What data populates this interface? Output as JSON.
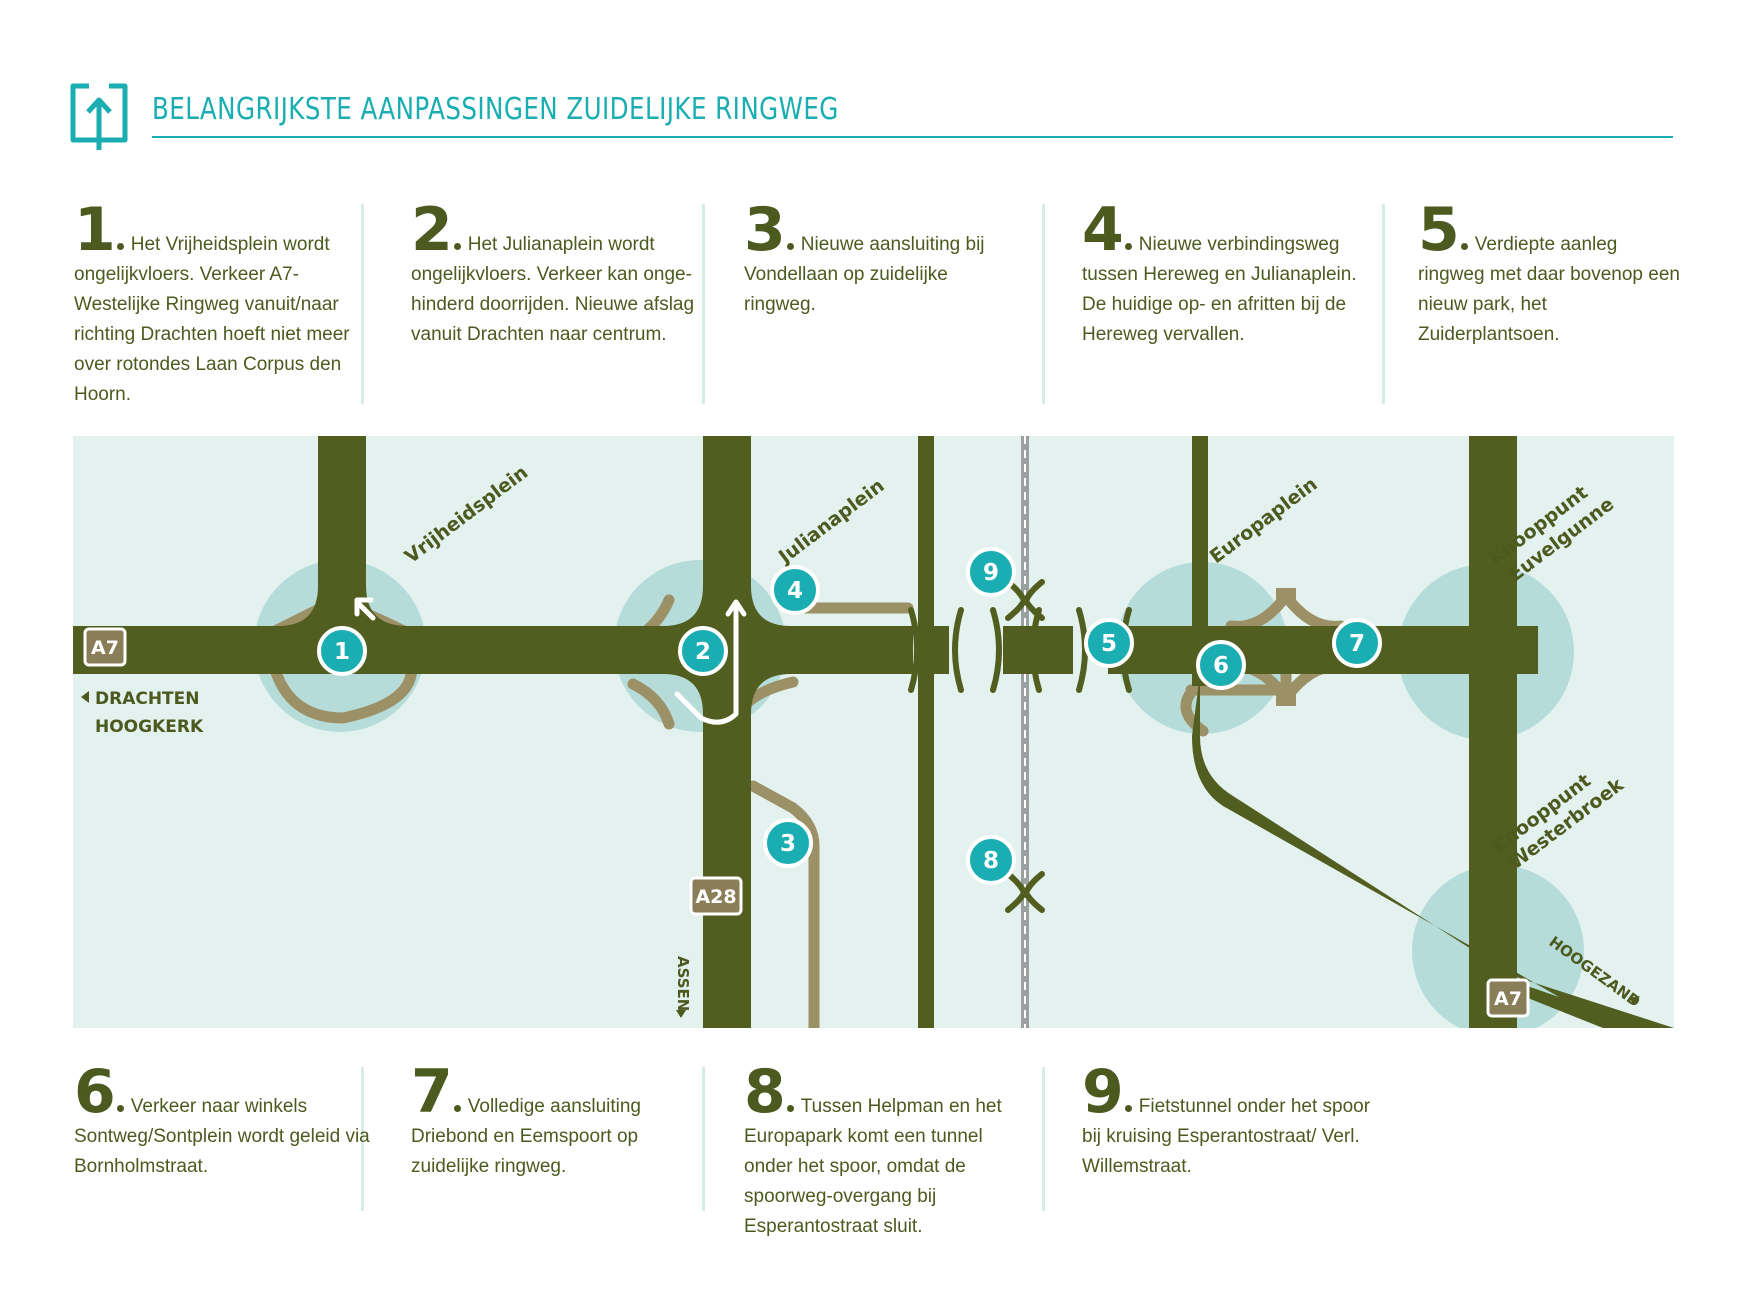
{
  "header": {
    "title": "BELANGRIJKSTE AANPASSINGEN ZUIDELIJKE RINGWEG",
    "icon": "upload-arrow-icon"
  },
  "colors": {
    "accent": "#1aaeb2",
    "road": "#515e1f",
    "road_secondary": "#9b9066",
    "circle_fill": "#b6dcd9",
    "map_background": "#e3f1ef",
    "text": "#4d5a1f"
  },
  "notes_top": [
    {
      "number": "1",
      "text": "Het Vrijheidsplein wordt ongelijkvloers. Verkeer A7-Westelijke Ringweg vanuit/naar richting Drachten hoeft niet meer over rotondes Laan Corpus den Hoorn."
    },
    {
      "number": "2",
      "text": "Het Julianaplein wordt ongelijkvloers. Verkeer kan onge-hinderd doorrijden. Nieuwe afslag vanuit Drachten naar centrum."
    },
    {
      "number": "3",
      "text": "Nieuwe aansluiting bij Vondellaan op zuidelijke ringweg."
    },
    {
      "number": "4",
      "text": "Nieuwe verbindingsweg tussen Hereweg en Julianaplein. De huidige op- en afritten bij de Hereweg vervallen."
    },
    {
      "number": "5",
      "text": "Verdiepte aanleg ringweg met daar bovenop een nieuw park, het Zuiderplantsoen."
    }
  ],
  "notes_bottom": [
    {
      "number": "6",
      "text": "Verkeer naar winkels Sontweg/Sontplein wordt geleid via Bornholmstraat."
    },
    {
      "number": "7",
      "text": "Volledige aansluiting Driebond en Eemspoort op zuidelijke ringweg."
    },
    {
      "number": "8",
      "text": "Tussen Helpman en het Europapark komt een tunnel onder het spoor, omdat de spoorweg-overgang bij Esperantostraat sluit."
    },
    {
      "number": "9",
      "text": "Fietstunnel onder het spoor bij kruising Esperantostraat/ Verl. Willemstraat."
    }
  ],
  "map": {
    "places": {
      "vrijheidsplein": "Vrijheidsplein",
      "julianaplein": "Julianaplein",
      "europaplein": "Europaplein",
      "knooppunt_euvelgunne_1": "Knooppunt",
      "knooppunt_euvelgunne_2": "Euvelgunne",
      "knooppunt_westerbroek_1": "Knooppunt",
      "knooppunt_westerbroek_2": "Westerbroek"
    },
    "directions": {
      "drachten": "DRACHTEN",
      "hoogkerk": "HOOGKERK",
      "assen": "ASSEN",
      "hoogezand": "HOOGEZAND"
    },
    "road_shields": {
      "a7_west": "A7",
      "a28": "A28",
      "a7_east": "A7"
    },
    "markers": [
      "1",
      "2",
      "3",
      "4",
      "5",
      "6",
      "7",
      "8",
      "9"
    ]
  }
}
